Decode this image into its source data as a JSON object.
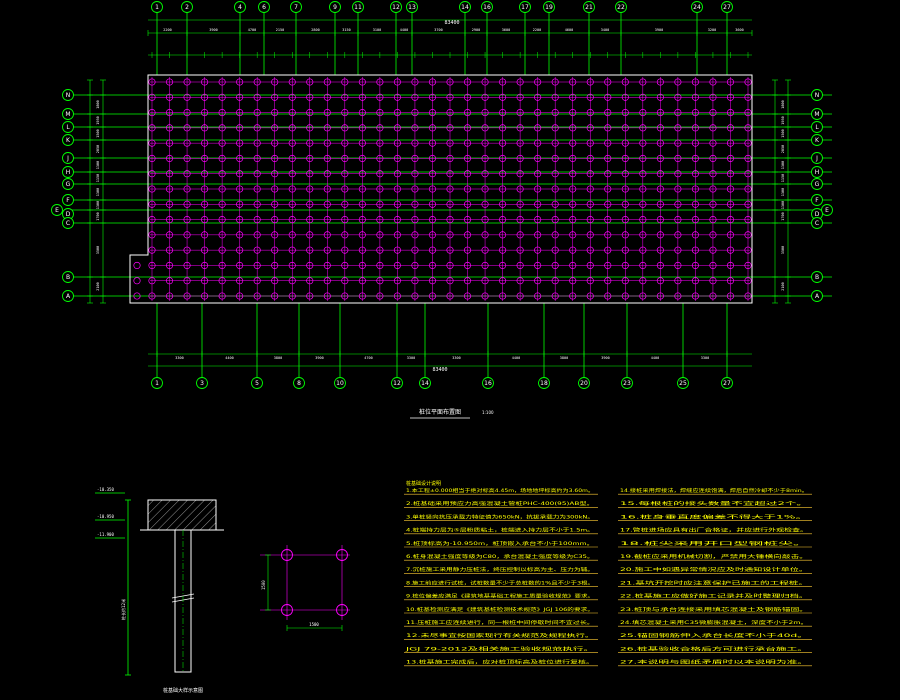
{
  "drawing": {
    "colors": {
      "background": "#000000",
      "grid": "#00ff00",
      "pile": "#ff00ff",
      "outline": "#ffffff",
      "dim_text": "#ffffff",
      "note_text": "#ffff00",
      "note_rule": "#ffcc33",
      "bubble": "#00ff00"
    },
    "top_axes": [
      "1",
      "2",
      "4",
      "6",
      "7",
      "9",
      "11",
      "12",
      "13",
      "14",
      "16",
      "17",
      "19",
      "21",
      "22",
      "24",
      "27"
    ],
    "bottom_axes": [
      "1",
      "3",
      "5",
      "8",
      "10",
      "12",
      "14",
      "16",
      "18",
      "20",
      "23",
      "25",
      "27"
    ],
    "row_axes": [
      "N",
      "M",
      "L",
      "K",
      "J",
      "H",
      "G",
      "F",
      "E",
      "D",
      "C",
      "B",
      "A"
    ],
    "overall_dimension": "83400",
    "top_spans": [
      "2200",
      "3900",
      "4700",
      "2150",
      "2800",
      "3150",
      "3100",
      "4400",
      "3700",
      "2900",
      "3600",
      "2200",
      "4600",
      "3400",
      "3900",
      "3200",
      "3600"
    ],
    "bottom_spans": [
      "3300",
      "4400",
      "3800",
      "3900",
      "4700",
      "3300",
      "3300",
      "4400",
      "3800",
      "3900",
      "4400",
      "3300"
    ],
    "left_spans": [
      "1800",
      "1950",
      "1500",
      "2850",
      "1300",
      "1150",
      "1300",
      "1300",
      "1700",
      "3500",
      "2100"
    ],
    "plan_title": "桩位平面布置图",
    "plan_scale": "1:100",
    "detail_title": "桩基础大样示意图",
    "detail_elevations": [
      "-10.350",
      "-10.950",
      "-11.900"
    ],
    "detail_pile_length": "桩长约12米",
    "group_title": "桩位布置示意",
    "group_dims": [
      "1500",
      "1500"
    ],
    "notes_title": "桩基础设计说明",
    "notes_left": [
      "1.本工程±0.000相当于绝对标高4.45m，场地地坪标高约为3.60m。",
      "2.桩基础采用预应力高强混凝土管桩PHC-400(95)AB型。",
      "3.单桩竖向抗压承载力特征值为650kN，抗拔承载力为300kN。",
      "4.桩端持力层为⑤层粉质粘土，桩端进入持力层不小于1.5m。",
      "5.桩顶标高为-10.950m，桩顶嵌入承台不小于100mm。",
      "6.桩身混凝土强度等级为C80，承台混凝土强度等级为C35。",
      "7.沉桩施工采用静力压桩法，终压控制以标高为主、压力为辅。",
      "8.施工前应进行试桩，试桩数量不少于总桩数的1%且不少于3根。",
      "9.桩位偏差应满足《建筑地基基础工程施工质量验收规范》要求。",
      "10.桩基检测应满足《建筑基桩检测技术规范》JGJ 106的要求。",
      "11.压桩施工应连续进行，同一根桩中间停歇时间不宜过长。",
      "12.未尽事宜按国家现行有关规范及规程执行。",
      "JGJ 79-2012及相关施工验收规范执行。",
      "13.桩基施工完成后，应对桩顶标高及桩位进行复核。"
    ],
    "notes_right": [
      "14.接桩采用焊接法，焊缝应连续饱满，焊后自然冷却不少于8min。",
      "15.每根桩的接头数量不宜超过2个。",
      "16.桩身垂直度偏差不得大于1%。",
      "17.管桩进场应具有出厂合格证，并应进行外观检查。",
      "18.桩尖采用开口型钢桩尖。",
      "19.截桩应采用机械切割，严禁用大锤横向敲击。",
      "20.施工中如遇异常情况应及时通知设计单位。",
      "21.基坑开挖时应注意保护已施工的工程桩。",
      "22.桩基施工应做好施工记录并及时整理归档。",
      "23.桩顶与承台连接采用填芯混凝土及钢筋锚固。",
      "24.填芯混凝土采用C35微膨胀混凝土，深度不小于2m。",
      "25.锚固钢筋伸入承台长度不小于40d。",
      "26.桩基验收合格后方可进行承台施工。",
      "27.本说明与图纸矛盾时以本说明为准。"
    ]
  }
}
